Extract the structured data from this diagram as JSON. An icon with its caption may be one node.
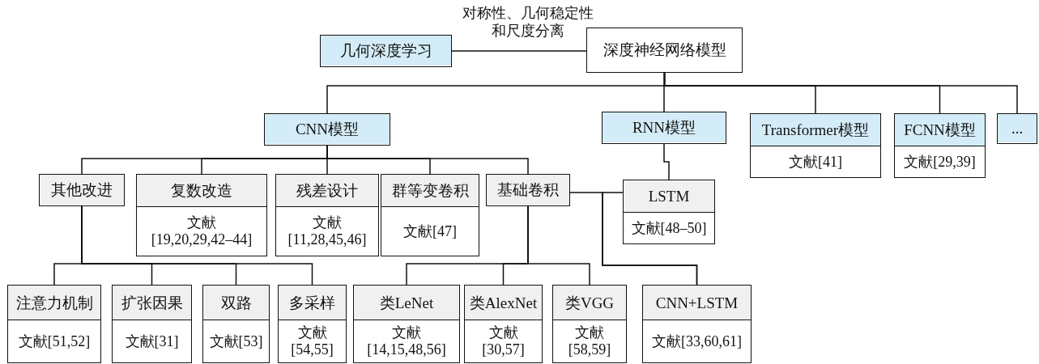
{
  "diagram": {
    "nodes": [
      {
        "text": [
          "几何深度学习"
        ]
      },
      {
        "text": [
          "深度神经网络模型"
        ]
      },
      {
        "text": [
          "CNN模型"
        ]
      },
      {
        "text": [
          "RNN模型"
        ]
      },
      {
        "text": [
          "Transformer模型",
          "文献[41]"
        ]
      },
      {
        "text": [
          "FCNN模型",
          "文献[29,39]"
        ]
      },
      {
        "text": [
          "..."
        ]
      },
      {
        "text": [
          "其他改进"
        ]
      },
      {
        "text": [
          "复数改造",
          "文献[19,20,29,42–44]"
        ]
      },
      {
        "text": [
          "残差设计",
          "文献[11,28,45,46]"
        ]
      },
      {
        "text": [
          "群等变卷积",
          "文献[47]"
        ]
      },
      {
        "text": [
          "基础卷积"
        ]
      },
      {
        "text": [
          "LSTM",
          "文献[48–50]"
        ]
      },
      {
        "text": [
          "注意力机制",
          "文献[51,52]"
        ]
      },
      {
        "text": [
          "扩张因果",
          "文献[31]"
        ]
      },
      {
        "text": [
          "双路",
          "文献[53]"
        ]
      },
      {
        "text": [
          "多采样",
          "文献[54,55]"
        ]
      },
      {
        "text": [
          "类LeNet",
          "文献[14,15,48,56]"
        ]
      },
      {
        "text": [
          "类AlexNet",
          "文献[30,57]"
        ]
      },
      {
        "text": [
          "类VGG",
          "文献[58,59]"
        ]
      },
      {
        "text": [
          "CNN+LSTM",
          "文献[33,60,61]"
        ]
      }
    ],
    "edges": [
      {
        "from": 0,
        "to": 1,
        "arrow": "none",
        "label": "对称性、几何稳定性和尺度分离"
      },
      {
        "from": 1,
        "to": 2,
        "arrow": "none"
      },
      {
        "from": 1,
        "to": 3,
        "arrow": "none"
      },
      {
        "from": 1,
        "to": 4,
        "arrow": "none"
      },
      {
        "from": 1,
        "to": 5,
        "arrow": "none"
      },
      {
        "from": 1,
        "to": 6,
        "arrow": "none"
      },
      {
        "from": 2,
        "to": 7,
        "arrow": "none"
      },
      {
        "from": 2,
        "to": 8,
        "arrow": "none"
      },
      {
        "from": 2,
        "to": 9,
        "arrow": "none"
      },
      {
        "from": 2,
        "to": 10,
        "arrow": "none"
      },
      {
        "from": 2,
        "to": 11,
        "arrow": "none"
      },
      {
        "from": 3,
        "to": 12,
        "arrow": "none"
      },
      {
        "from": 7,
        "to": 13,
        "arrow": "none"
      },
      {
        "from": 7,
        "to": 14,
        "arrow": "none"
      },
      {
        "from": 7,
        "to": 15,
        "arrow": "none"
      },
      {
        "from": 7,
        "to": 16,
        "arrow": "none"
      },
      {
        "from": 11,
        "to": 17,
        "arrow": "none"
      },
      {
        "from": 11,
        "to": 18,
        "arrow": "none"
      },
      {
        "from": 11,
        "to": 19,
        "arrow": "none"
      },
      {
        "from": 11,
        "to": 20,
        "arrow": "none"
      },
      {
        "from": 12,
        "to": 20,
        "arrow": "none"
      }
    ]
  }
}
